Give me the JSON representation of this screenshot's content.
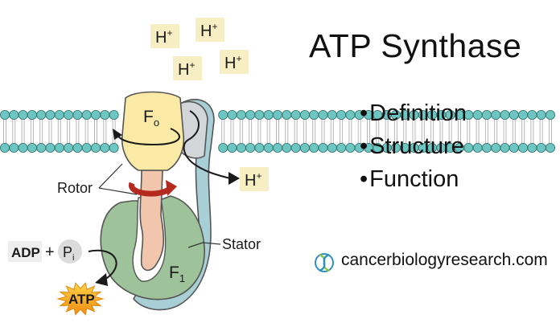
{
  "title": "ATP Synthase",
  "topics": [
    "Definition",
    "Structure",
    "Function"
  ],
  "website": "cancerbiologyresearch.com",
  "logo_icon": "dna-helix-icon",
  "diagram": {
    "proton": "H",
    "proton_charge": "+",
    "fo_label": "F",
    "fo_sub": "o",
    "f1_label": "F",
    "f1_sub": "1",
    "rotor_label": "Rotor",
    "stator_label": "Stator",
    "adp_label": "ADP",
    "plus_sign": "+",
    "pi_label": "P",
    "pi_sub": "i",
    "atp_label": "ATP"
  },
  "colors": {
    "membrane_head": "#6ec6c2",
    "f0_yellow": "#faeaa5",
    "f1_green": "#9ec29a",
    "stator_blue": "#a9cfd6",
    "rotor_pink": "#f1c6ad",
    "arrow_red": "#b52a1e",
    "proton_box": "#f8eec4",
    "atp_star": "#f5a41e"
  }
}
